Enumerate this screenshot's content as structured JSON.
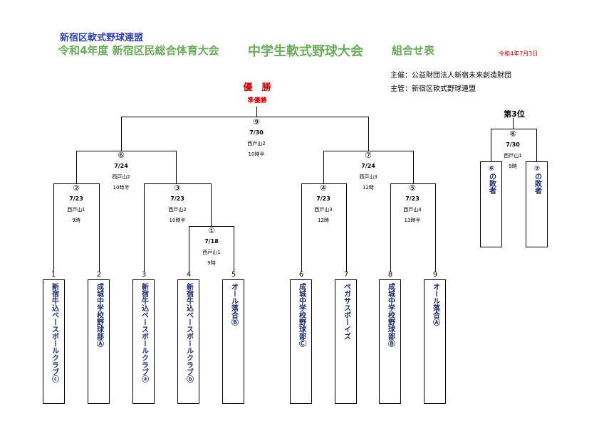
{
  "header": {
    "org": "新宿区軟式野球連盟",
    "title_event": "令和4年度 新宿区民総合体育大会",
    "title_tournament": "中学生軟式野球大会",
    "title_sheet": "組合せ表",
    "date": "令和4年7月3日",
    "sponsor": "主催：公益財団法人新宿未来創造財団",
    "organizer": "主管：新宿区軟式野球連盟"
  },
  "labels": {
    "champion": "優　勝",
    "runner_up": "準優勝",
    "third_place": "第3位"
  },
  "matches": [
    {
      "no": "①",
      "date": "7/18",
      "venue": "西戸山1",
      "time": "9時"
    },
    {
      "no": "②",
      "date": "7/23",
      "venue": "西戸山1",
      "time": "9時"
    },
    {
      "no": "③",
      "date": "7/23",
      "venue": "西戸山2",
      "time": "10時半"
    },
    {
      "no": "④",
      "date": "7/23",
      "venue": "西戸山3",
      "time": "12時"
    },
    {
      "no": "⑤",
      "date": "7/23",
      "venue": "西戸山4",
      "time": "13時半"
    },
    {
      "no": "⑥",
      "date": "7/24",
      "venue": "西戸山2",
      "time": "10時半"
    },
    {
      "no": "⑦",
      "date": "7/24",
      "venue": "西戸山3",
      "time": "12時"
    },
    {
      "no": "⑧",
      "date": "7/30",
      "venue": "西戸山1",
      "time": "9時"
    },
    {
      "no": "⑨",
      "date": "7/30",
      "venue": "西戸山2",
      "time": "10時半"
    }
  ],
  "teams": [
    {
      "seed": "1",
      "name": "新宿牛込ベースボールクラブⓒ"
    },
    {
      "seed": "2",
      "name": "成城中学校野球部Ⓐ"
    },
    {
      "seed": "3",
      "name": "新宿牛込ベースボールクラブⓐ"
    },
    {
      "seed": "4",
      "name": "新宿牛込ベースボールクラブⓑ"
    },
    {
      "seed": "5",
      "name": "オール落合Ⓑ"
    },
    {
      "seed": "6",
      "name": "成城中学校野球部Ⓒ"
    },
    {
      "seed": "7",
      "name": "ペガサスボーイズ"
    },
    {
      "seed": "8",
      "name": "成城中学校野球部Ⓑ"
    },
    {
      "seed": "9",
      "name": "オール落合Ⓐ"
    }
  ],
  "third_place_entries": [
    "⑥の敗者",
    "⑦の敗者"
  ]
}
